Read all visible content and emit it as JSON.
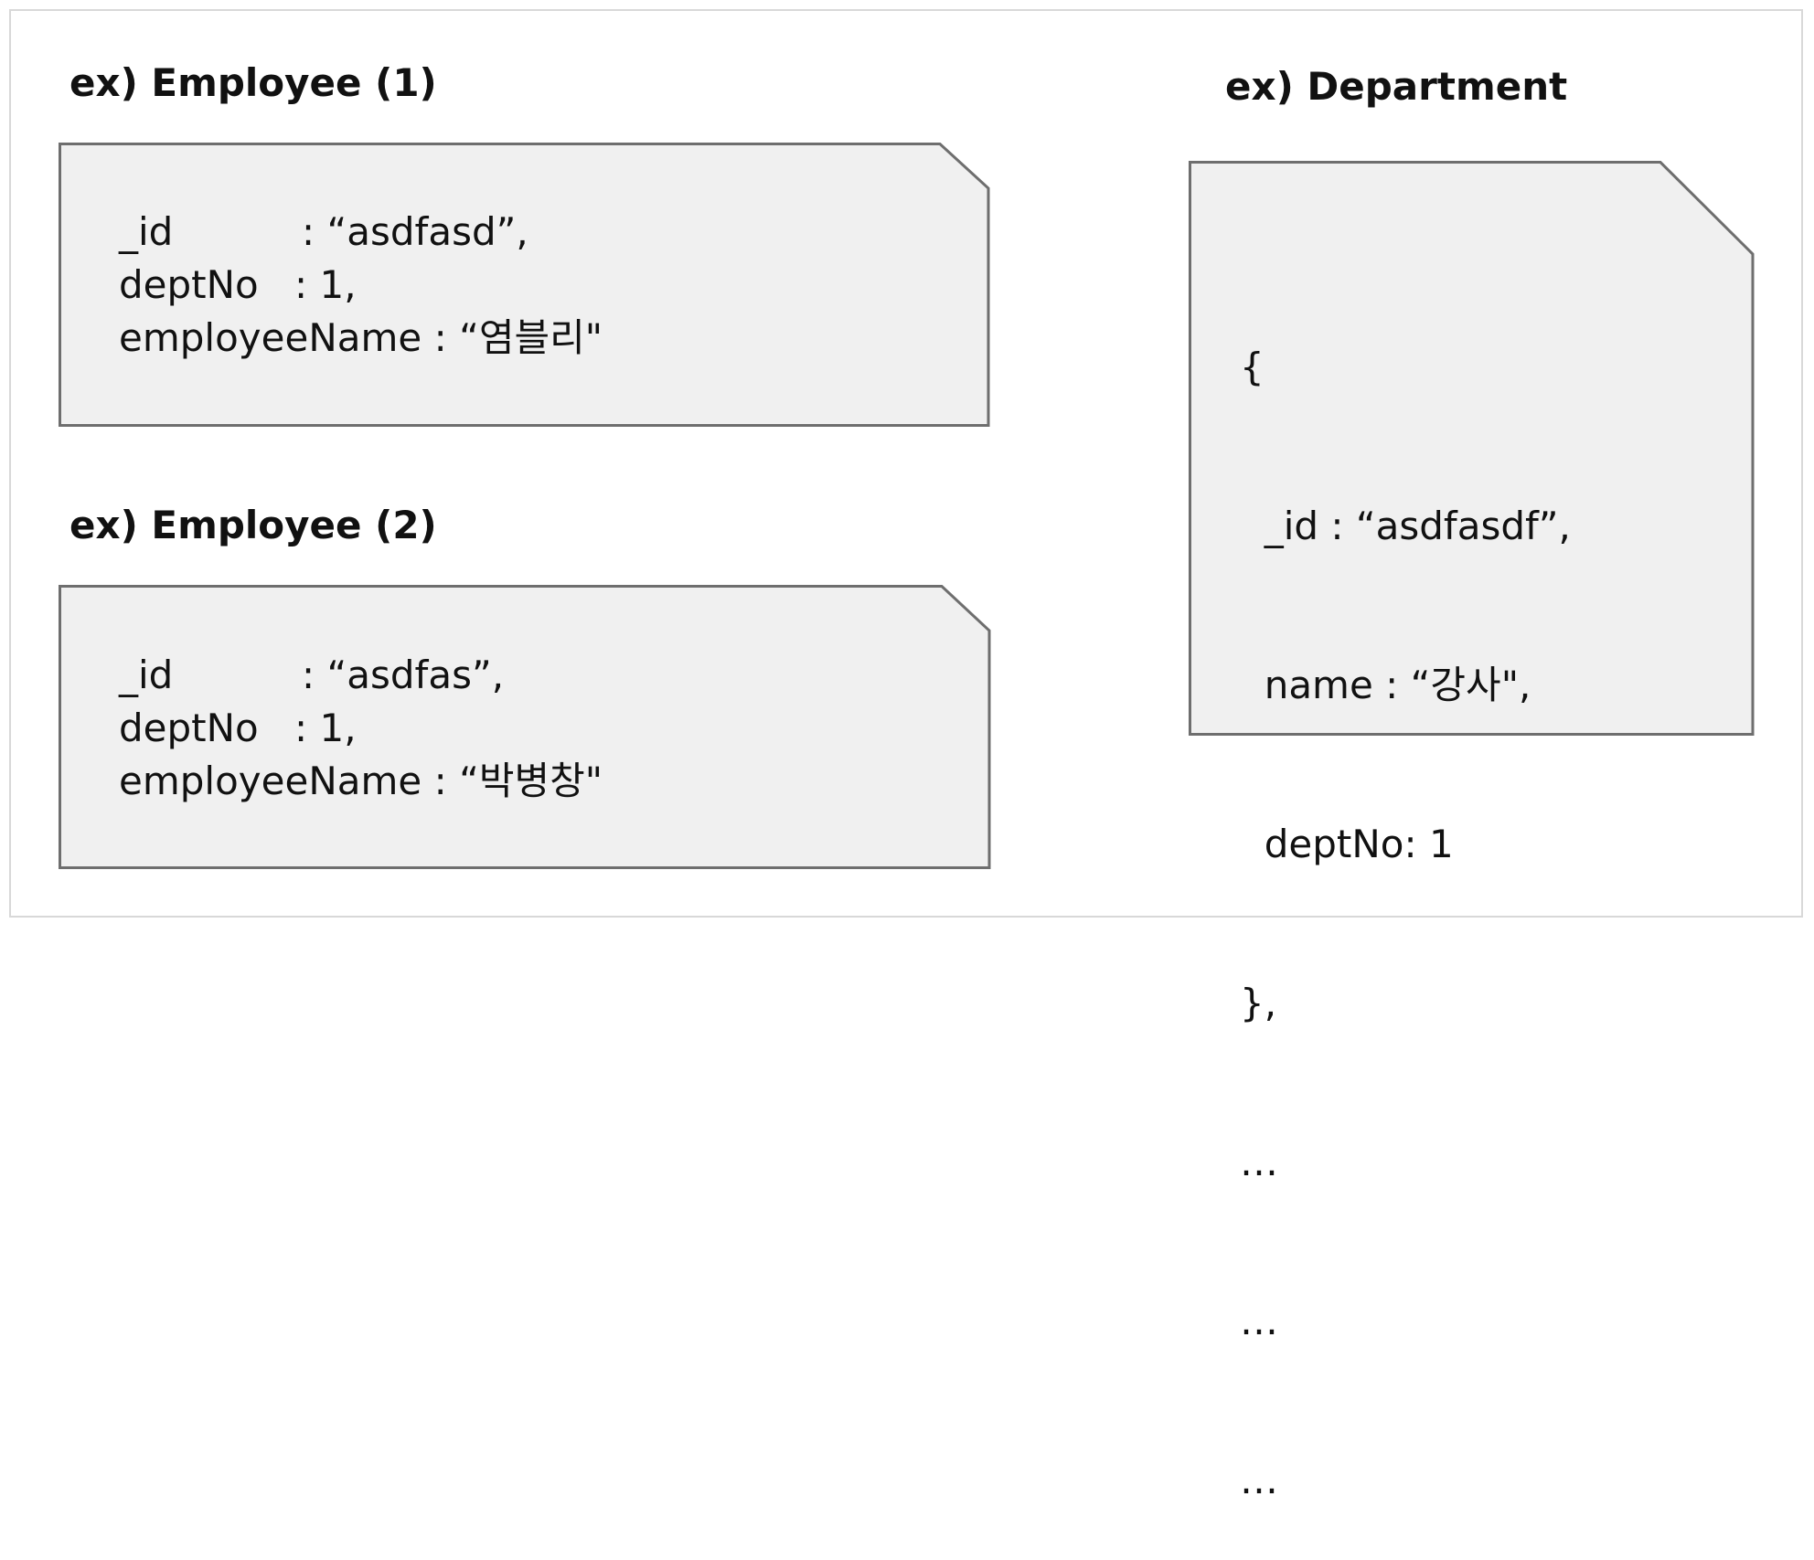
{
  "employee1": {
    "title": "ex) Employee (1)",
    "lines": [
      {
        "key": "_id",
        "value": ": “asdfasd”,"
      },
      {
        "key": "deptNo",
        "value": ": 1,"
      },
      {
        "key": "employeeName",
        "value": " : “염블리\""
      }
    ]
  },
  "employee2": {
    "title": "ex) Employee (2)",
    "lines": [
      {
        "key": "_id",
        "value": ": “asdfas”,"
      },
      {
        "key": "deptNo",
        "value": ": 1,"
      },
      {
        "key": "employeeName",
        "value": " : “박병창\""
      }
    ]
  },
  "department": {
    "title": "ex) Department",
    "lines": [
      "{",
      "  _id : “asdfasdf”,",
      "  name : “강사\",",
      "  deptNo: 1",
      "},",
      "…",
      "…",
      "…"
    ]
  },
  "colors": {
    "note_fill": "#f0f0f0",
    "note_stroke": "#6e6e6e",
    "text": "#111111",
    "frame_border": "#d8d8d8"
  }
}
